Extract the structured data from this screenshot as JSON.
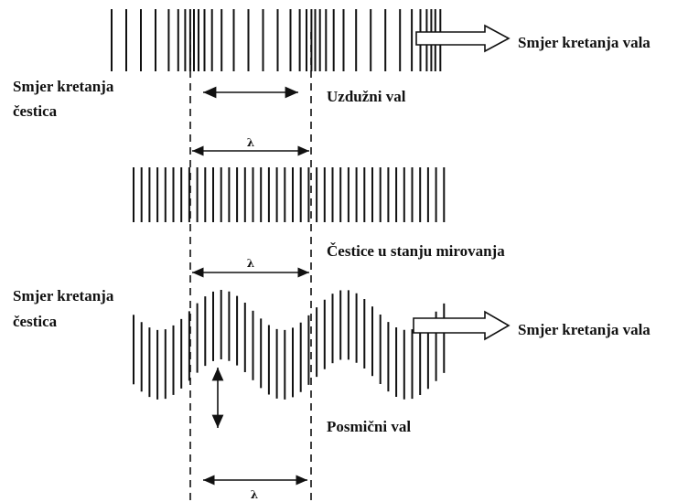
{
  "labels": {
    "top_direction": "Smjer kretanja vala",
    "particle_dir_top_1": "Smjer kretanja",
    "particle_dir_top_2": "čestica",
    "longitudinal": "Uzdužni val",
    "rest": "Čestice u stanju mirovanja",
    "particle_dir_bottom_1": "Smjer kretanja",
    "particle_dir_bottom_2": "čestica",
    "bottom_direction": "Smjer kretanja vala",
    "transverse": "Posmični val",
    "lambda_1": "λ",
    "lambda_2": "λ",
    "lambda_3": "λ"
  },
  "colors": {
    "ink": "#111111",
    "background": "#ffffff"
  }
}
